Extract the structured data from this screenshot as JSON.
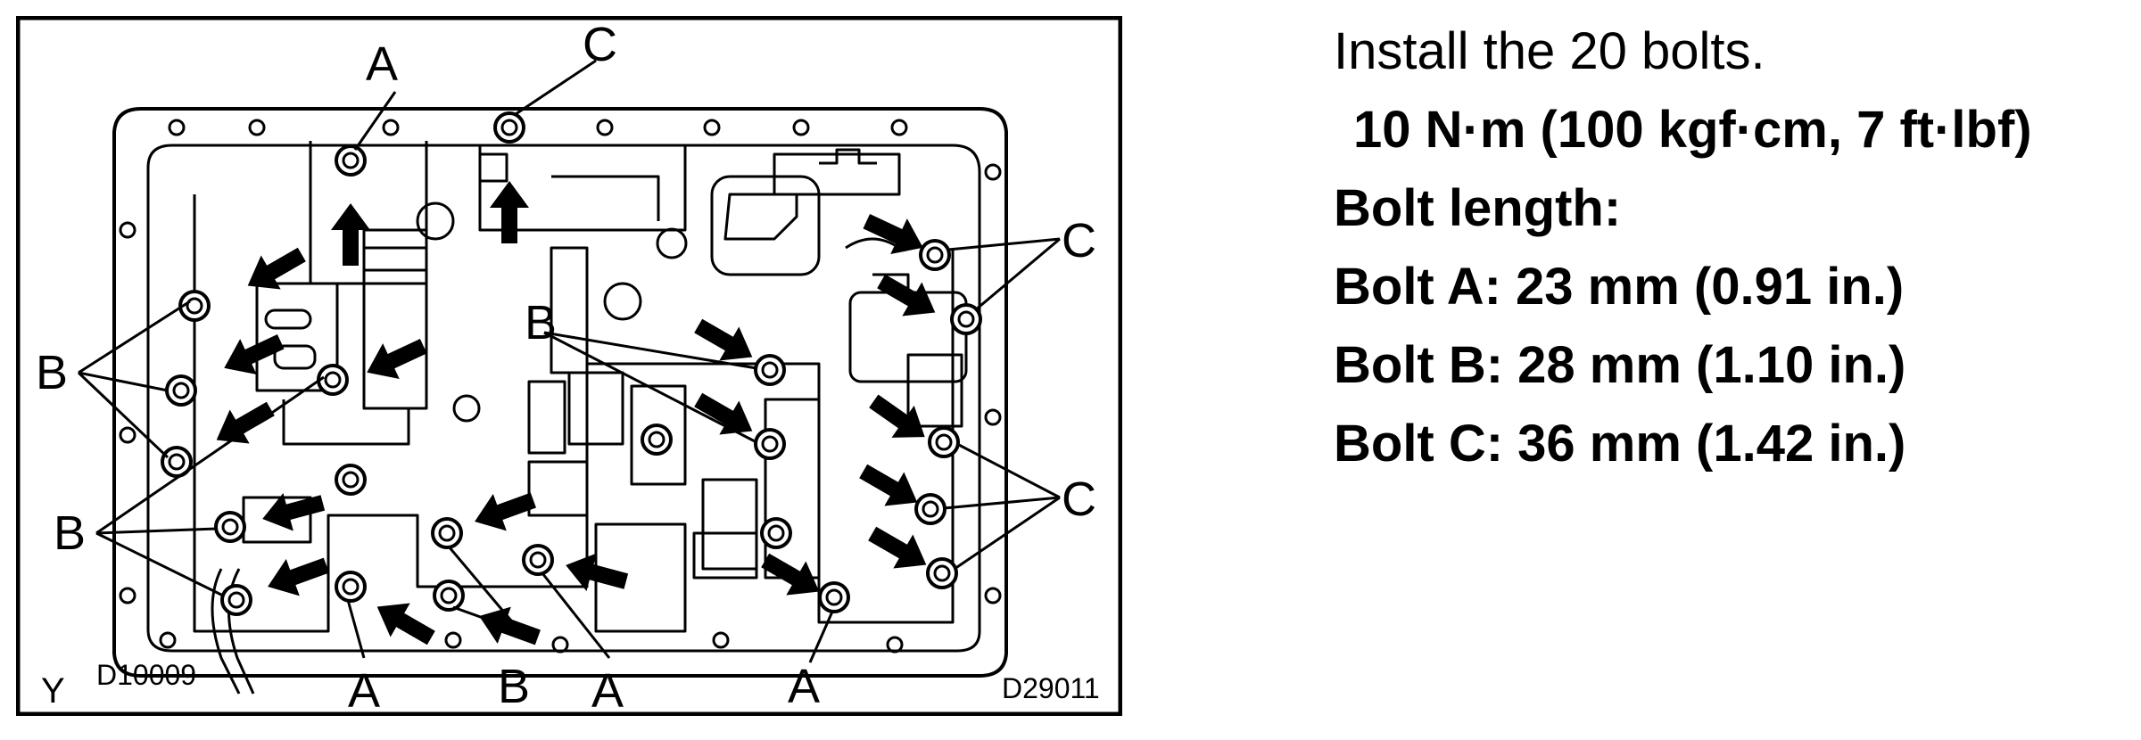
{
  "instruction": {
    "intro": "Install the 20 bolts.",
    "torque": "10 N·m (100 kgf·cm, 7 ft·lbf)",
    "length_heading": "Bolt length:",
    "bolt_a": "Bolt A: 23 mm (0.91 in.)",
    "bolt_b": "Bolt B: 28 mm (1.10 in.)",
    "bolt_c": "Bolt C: 36 mm (1.42 in.)"
  },
  "figure": {
    "view_mark": "Y",
    "code_left": "D10009",
    "code_right": "D29011",
    "label_a": "A",
    "label_b": "B",
    "label_c": "C"
  }
}
